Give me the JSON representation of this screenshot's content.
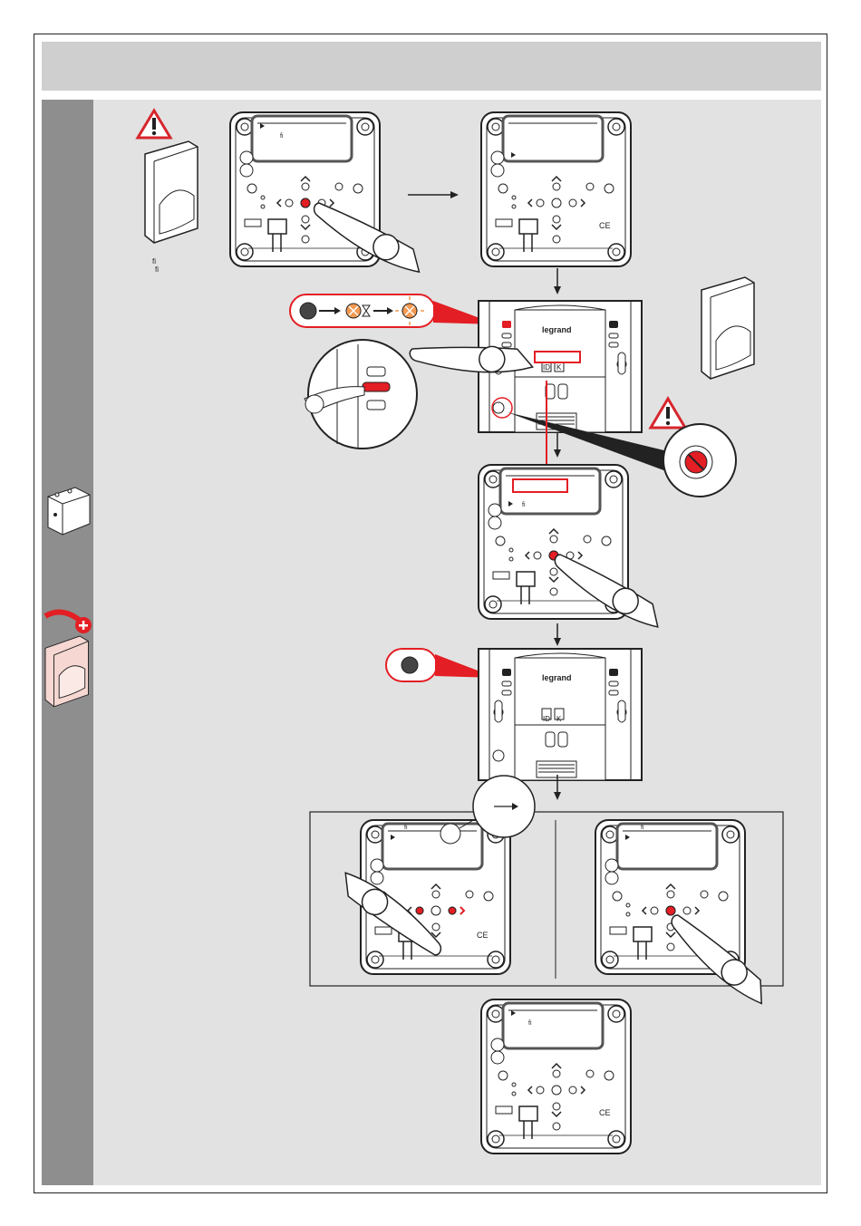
{
  "brand": {
    "name": "legrand",
    "device_marks": [
      "CE",
      "ID",
      "K"
    ]
  },
  "screens": {
    "text_mark": "fi"
  },
  "sensor_caption": {
    "line1": "fi",
    "line2": "fi"
  },
  "colors": {
    "header_gray": "#cfcfcf",
    "sidebar_gray": "#8e8e8e",
    "panel_gray": "#e2e2e2",
    "accent_red": "#e31e24",
    "led_orange": "#f39a52",
    "warning_red": "#d7262d"
  },
  "icons": [
    "warning-triangle-icon",
    "hourglass-icon",
    "arrow-right-icon",
    "arrow-down-icon",
    "plus-icon",
    "finger-press-icon"
  ]
}
